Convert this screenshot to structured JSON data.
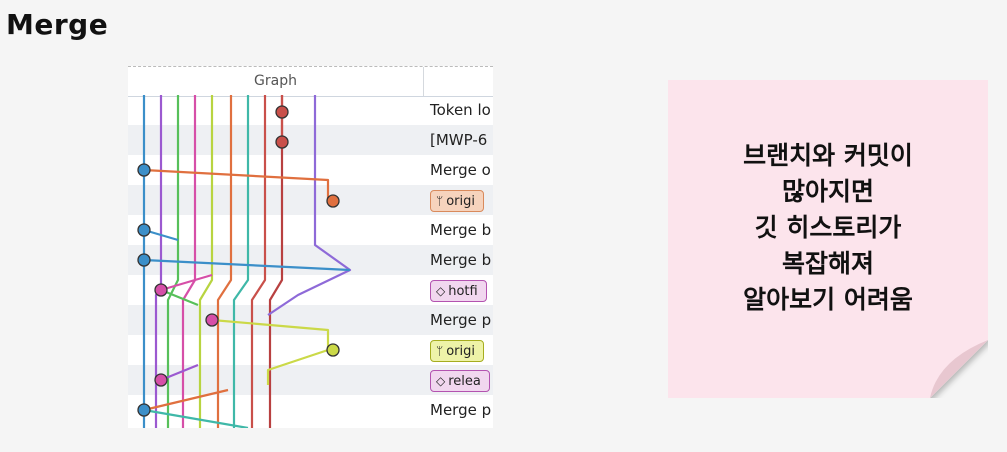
{
  "slide": {
    "title": "Merge"
  },
  "panel": {
    "header_graph": "Graph",
    "rows": [
      {
        "kind": "text",
        "text": "Token lo"
      },
      {
        "kind": "text",
        "text": "[MWP-6"
      },
      {
        "kind": "text",
        "text": "Merge o"
      },
      {
        "kind": "tag",
        "icon": "branch-icon",
        "glyph": "ᛘ",
        "text": "origi",
        "color": "orange"
      },
      {
        "kind": "text",
        "text": "Merge b"
      },
      {
        "kind": "text",
        "text": "Merge b"
      },
      {
        "kind": "tag",
        "icon": "tag-icon",
        "glyph": "◇",
        "text": "hotfi",
        "color": "purple"
      },
      {
        "kind": "text",
        "text": "Merge p"
      },
      {
        "kind": "tag",
        "icon": "branch-icon",
        "glyph": "ᛘ",
        "text": "origi",
        "color": "yellow"
      },
      {
        "kind": "tag",
        "icon": "tag-icon",
        "glyph": "◇",
        "text": "relea",
        "color": "purple"
      },
      {
        "kind": "text",
        "text": "Merge p"
      }
    ]
  },
  "note": {
    "lines": [
      "브랜치와 커밋이",
      "많아지면",
      "깃 히스토리가",
      "복잡해져",
      "알아보기 어려움"
    ],
    "fill": "#fce4ec",
    "fold": "#e8c7d0"
  },
  "graph_colors": {
    "blue": "#3b8fc9",
    "purple": "#9b59d0",
    "green": "#57c05a",
    "pink": "#d64fa8",
    "lime": "#b8d440",
    "orange": "#e0703f",
    "teal": "#3fb8a8",
    "red": "#c9504a",
    "violet": "#8e6ad8",
    "yellowgreen": "#cbd948"
  }
}
